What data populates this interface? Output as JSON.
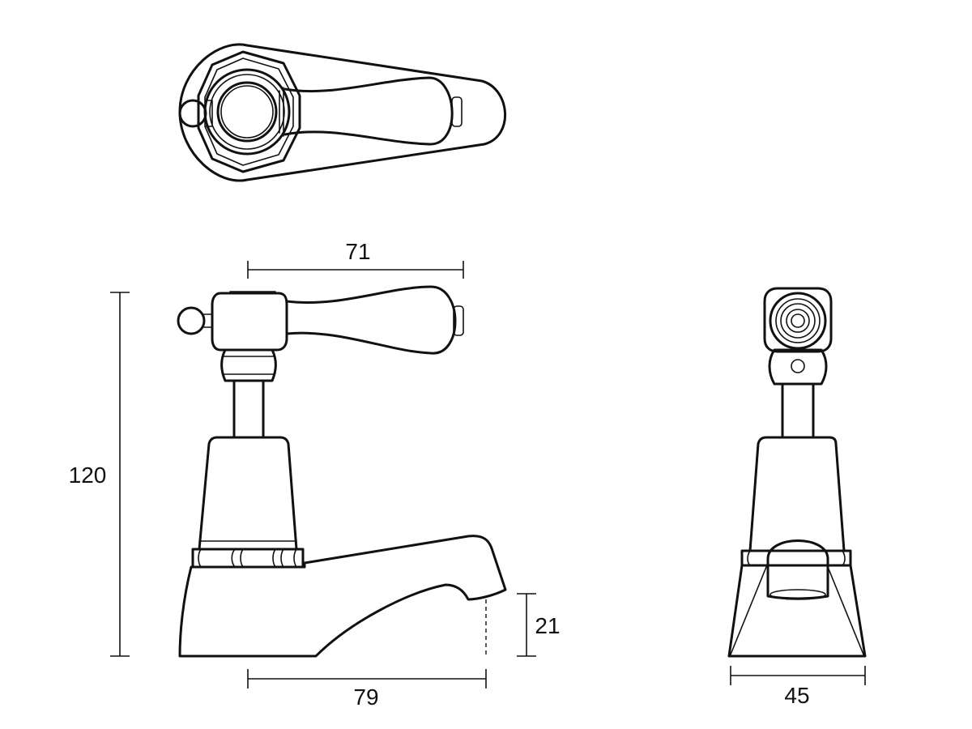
{
  "colors": {
    "stroke": "#111111",
    "background": "#ffffff"
  },
  "dimensions": {
    "handle_span": "71",
    "overall_height": "120",
    "spout_height": "21",
    "spout_reach": "79",
    "body_width": "45"
  }
}
